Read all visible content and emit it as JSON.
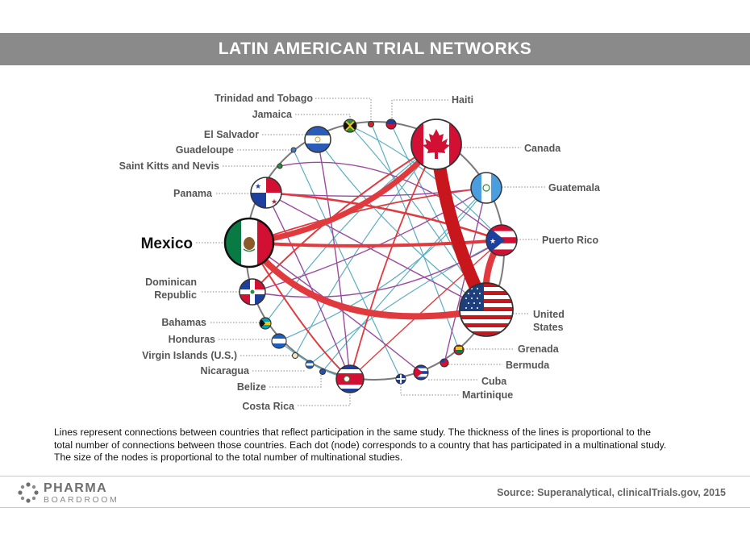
{
  "title": "LATIN AMERICAN TRIAL NETWORKS",
  "countries": [
    {
      "name": "Trinidad and Tobago"
    },
    {
      "name": "Jamaica"
    },
    {
      "name": "El Salvador"
    },
    {
      "name": "Guadeloupe"
    },
    {
      "name": "Saint Kitts and Nevis"
    },
    {
      "name": "Panama"
    },
    {
      "name": "Mexico"
    },
    {
      "name": "Dominican Republic",
      "lines": [
        "Dominican",
        "Republic"
      ]
    },
    {
      "name": "Bahamas"
    },
    {
      "name": "Honduras"
    },
    {
      "name": "Virgin Islands (U.S.)"
    },
    {
      "name": "Nicaragua"
    },
    {
      "name": "Belize"
    },
    {
      "name": "Costa Rica"
    },
    {
      "name": "Haiti"
    },
    {
      "name": "Canada"
    },
    {
      "name": "Guatemala"
    },
    {
      "name": "Puerto Rico"
    },
    {
      "name": "United States",
      "lines": [
        "United",
        "States"
      ]
    },
    {
      "name": "Grenada"
    },
    {
      "name": "Bermuda"
    },
    {
      "name": "Cuba"
    },
    {
      "name": "Martinique"
    }
  ],
  "connections": [
    {
      "from": "Canada",
      "to": "United States",
      "weight": 10
    },
    {
      "from": "Mexico",
      "to": "United States",
      "weight": 6
    },
    {
      "from": "Mexico",
      "to": "Canada",
      "weight": 5
    },
    {
      "from": "Puerto Rico",
      "to": "United States",
      "weight": 5
    },
    {
      "from": "Mexico",
      "to": "Puerto Rico",
      "weight": 3
    },
    {
      "from": "Panama",
      "to": "Puerto Rico",
      "weight": 2
    },
    {
      "from": "Mexico",
      "to": "Costa Rica",
      "weight": 1.5
    },
    {
      "from": "Costa Rica",
      "to": "Canada",
      "weight": 1.5
    },
    {
      "from": "Panama",
      "to": "United States",
      "weight": 1.5
    },
    {
      "from": "Mexico",
      "to": "Guatemala",
      "weight": 1.5
    },
    {
      "from": "Dominican Republic",
      "to": "Canada",
      "weight": 1.5
    },
    {
      "from": "El Salvador",
      "to": "United States",
      "weight": 1
    },
    {
      "from": "Jamaica",
      "to": "United States",
      "weight": 1
    },
    {
      "from": "Panama",
      "to": "Guatemala",
      "weight": 1
    },
    {
      "from": "Honduras",
      "to": "Guatemala",
      "weight": 1
    },
    {
      "from": "Nicaragua",
      "to": "Puerto Rico",
      "weight": 1
    },
    {
      "from": "Costa Rica",
      "to": "Puerto Rico",
      "weight": 1
    },
    {
      "from": "Bahamas",
      "to": "Canada",
      "weight": 1
    },
    {
      "from": "Haiti",
      "to": "United States",
      "weight": 1
    },
    {
      "from": "Virgin Islands (U.S.)",
      "to": "Canada",
      "weight": 1
    },
    {
      "from": "Dominican Republic",
      "to": "Guatemala",
      "weight": 1
    },
    {
      "from": "Honduras",
      "to": "Costa Rica",
      "weight": 1
    },
    {
      "from": "El Salvador",
      "to": "Costa Rica",
      "weight": 1
    },
    {
      "from": "Guadeloupe",
      "to": "Martinique",
      "weight": 1
    },
    {
      "from": "Panama",
      "to": "Costa Rica",
      "weight": 1
    },
    {
      "from": "Belize",
      "to": "Guatemala",
      "weight": 1
    },
    {
      "from": "Dominican Republic",
      "to": "Puerto Rico",
      "weight": 1
    },
    {
      "from": "Jamaica",
      "to": "Puerto Rico",
      "weight": 1
    },
    {
      "from": "Trinidad and Tobago",
      "to": "Grenada",
      "weight": 1
    },
    {
      "from": "Cuba",
      "to": "Mexico",
      "weight": 1
    }
  ],
  "colors": {
    "title_bar": "#8a8a8a",
    "strong_link": "#e03a3e",
    "canada_us_link": "#c8161d",
    "purple_link": "#9b4a9f",
    "teal_link": "#5aaec2",
    "ring": "#7a7a7a"
  },
  "caption": [
    "Lines represent connections between countries that reflect participation in the same study. The thickness of the lines is proportional to the",
    "total number of connections between those countries. Each dot (node) corresponds to a country that has participated in a multinational study.",
    "The size of the nodes is proportional to the total number of multinational studies."
  ],
  "brand": {
    "line1": "PHARMA",
    "line2": "BOARDROOM"
  },
  "source": "Source: Superanalytical, clinicalTrials.gov, 2015"
}
